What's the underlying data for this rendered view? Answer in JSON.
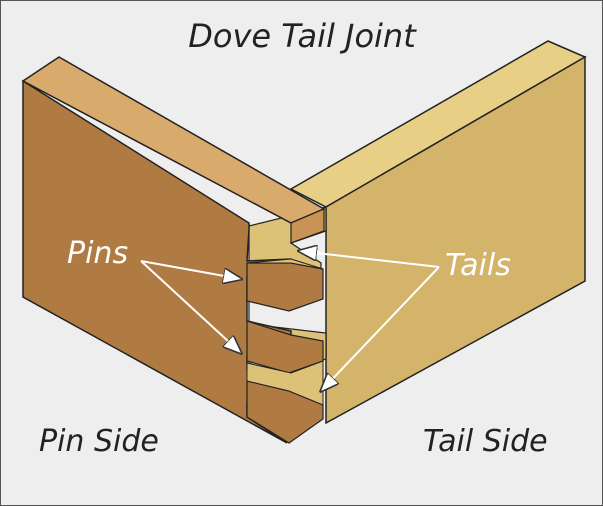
{
  "title": "Dove Tail Joint",
  "labels": {
    "pins": "Pins",
    "tails": "Tails",
    "pin_side": "Pin Side",
    "tail_side": "Tail Side"
  },
  "colors": {
    "background": "#eeeeee",
    "pin_board_face": "#b07a43",
    "pin_board_top": "#d8aa6c",
    "pin_board_edge": "#c99355",
    "tail_board_face": "#d4b46a",
    "tail_board_top": "#e8cf86",
    "tail_end_grain": "#dcc177",
    "outline": "#222222",
    "text_dark": "#222222",
    "text_light": "#ffffff"
  }
}
